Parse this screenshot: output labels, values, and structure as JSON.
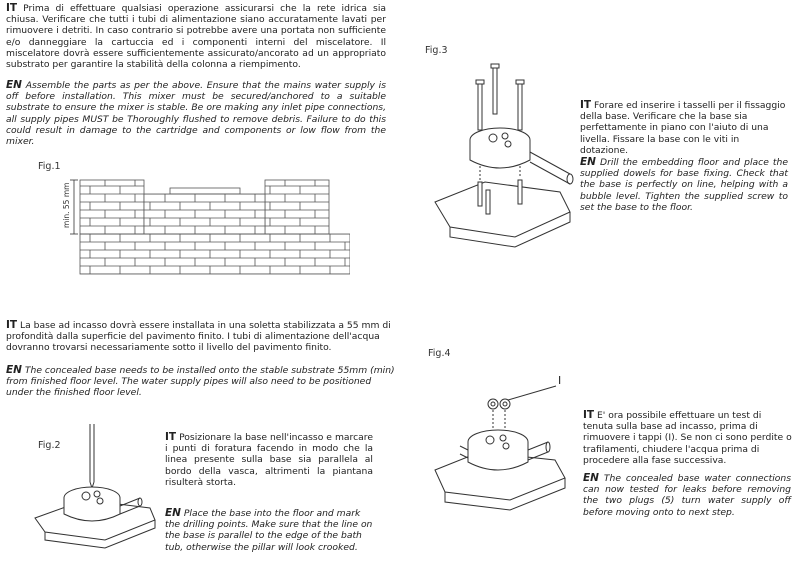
{
  "intro": {
    "it_tag": "IT",
    "it_text": "Prima di effettuare qualsiasi operazione assicurarsi che la rete idrica sia chiusa. Verificare che tutti i tubi di alimentazione siano accuratamente lavati per rimuovere i detriti. In caso contrario si potrebbe avere una portata non sufficiente e/o danneggiare la cartuccia ed i componenti interni del miscelatore. Il miscelatore dovrà essere sufficientemente assicurato/ancorato ad un appropriato substrato per garantire la stabilità della colonna a riempimento.",
    "en_tag": "EN",
    "en_text": "Assemble the parts as per the above. Ensure that the mains water supply is off before installation. This mixer must be secured/anchored to a suitable substrate to ensure the mixer is stable. Be ore making any inlet pipe connections, all supply pipes MUST be Thoroughly flushed to remove debris. Failure to do this could result in damage to the cartridge and components or low flow from the mixer."
  },
  "fig1": {
    "label": "Fig.1",
    "dimension_text": "min. 55 mm"
  },
  "section1": {
    "it_tag": "IT",
    "it_text": "La base ad incasso dovrà essere installata in una soletta stabilizzata a 55 mm di profondità dalla superficie del pavimento finito. I tubi di alimentazione dell'acqua dovranno trovarsi necessariamente sotto il livello del pavimento finito.",
    "en_tag": "EN",
    "en_text": "The concealed base needs to be installed onto the stable substrate 55mm (min) from finished floor level. The water supply pipes will also need to be positioned under the finished floor level."
  },
  "fig2": {
    "label": "Fig.2",
    "it_tag": "IT",
    "it_text": "Posizionare la base nell'incasso e marcare i punti di foratura facendo in modo che la linea presente sulla base sia parallela al bordo della vasca, altrimenti la piantana risulterà storta.",
    "en_tag": "EN",
    "en_text": "Place the base into the floor and mark the drilling points. Make sure that the line on the base is parallel to the edge of the bath tub, otherwise the pillar will look crooked."
  },
  "fig3": {
    "label": "Fig.3",
    "it_tag": "IT",
    "it_text": "Forare ed inserire i tasselli per il fissaggio della base. Verificare che la base sia perfettamente in piano con l'aiuto di una livella. Fissare la base con le viti in dotazione.",
    "en_tag": "EN",
    "en_text": "Drill the embedding floor and place the supplied dowels for base fixing. Check that the base is perfectly on line, helping with a bubble level. Tighten the supplied screw to set the base to the floor."
  },
  "fig4": {
    "label": "Fig.4",
    "callout": "I",
    "it_tag": "IT",
    "it_text": "E' ora possibile effettuare un test di tenuta sulla base ad incasso, prima di rimuovere i tappi (I). Se non ci sono perdite o trafilamenti, chiudere l'acqua prima di procedere alla fase successiva.",
    "en_tag": "EN",
    "en_text": "The concealed base water connections can now tested for leaks before removing the two plugs (5) turn water supply off before moving onto to next step."
  }
}
